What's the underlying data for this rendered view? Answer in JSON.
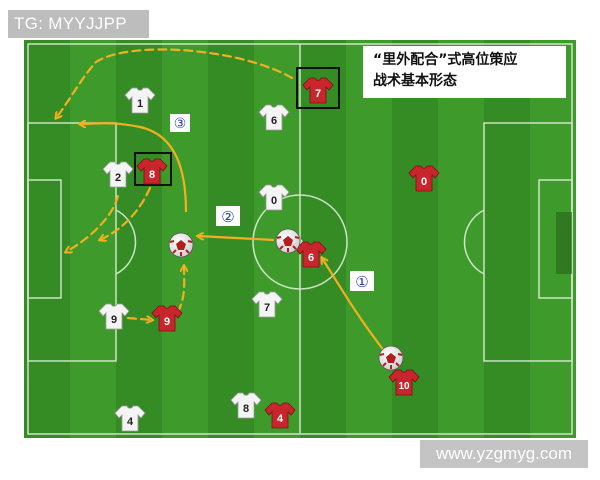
{
  "tag_label": "TG: MYYJJPP",
  "watermark": "www.yzgmyg.com",
  "title": {
    "line1": "“里外配合”式高位策应",
    "line2": "战术基本形态"
  },
  "colors": {
    "grass_light": "#3f9a2c",
    "grass_dark": "#2f7f20",
    "line": "#e8f2e0",
    "red_shirt": "#c8262c",
    "white_shirt": "#f4f4f4",
    "arrow": "#f0b020",
    "step_marker": "#2a3fb0"
  },
  "players": [
    {
      "id": "w1",
      "team": "white",
      "number": "1"
    },
    {
      "id": "w6",
      "team": "white",
      "number": "6"
    },
    {
      "id": "w2",
      "team": "white",
      "number": "2"
    },
    {
      "id": "w0",
      "team": "white",
      "number": "0"
    },
    {
      "id": "w7",
      "team": "white",
      "number": "7"
    },
    {
      "id": "w9",
      "team": "white",
      "number": "9"
    },
    {
      "id": "w8",
      "team": "white",
      "number": "8"
    },
    {
      "id": "w4",
      "team": "white",
      "number": "4"
    },
    {
      "id": "r7",
      "team": "red",
      "number": "7",
      "highlighted": true
    },
    {
      "id": "r8",
      "team": "red",
      "number": "8",
      "highlighted": true
    },
    {
      "id": "r0",
      "team": "red",
      "number": "0"
    },
    {
      "id": "r6",
      "team": "red",
      "number": "6"
    },
    {
      "id": "r9",
      "team": "red",
      "number": "9"
    },
    {
      "id": "r10",
      "team": "red",
      "number": "10"
    },
    {
      "id": "r4",
      "team": "red",
      "number": "4"
    }
  ],
  "step_markers": [
    "③",
    "②",
    "①"
  ]
}
